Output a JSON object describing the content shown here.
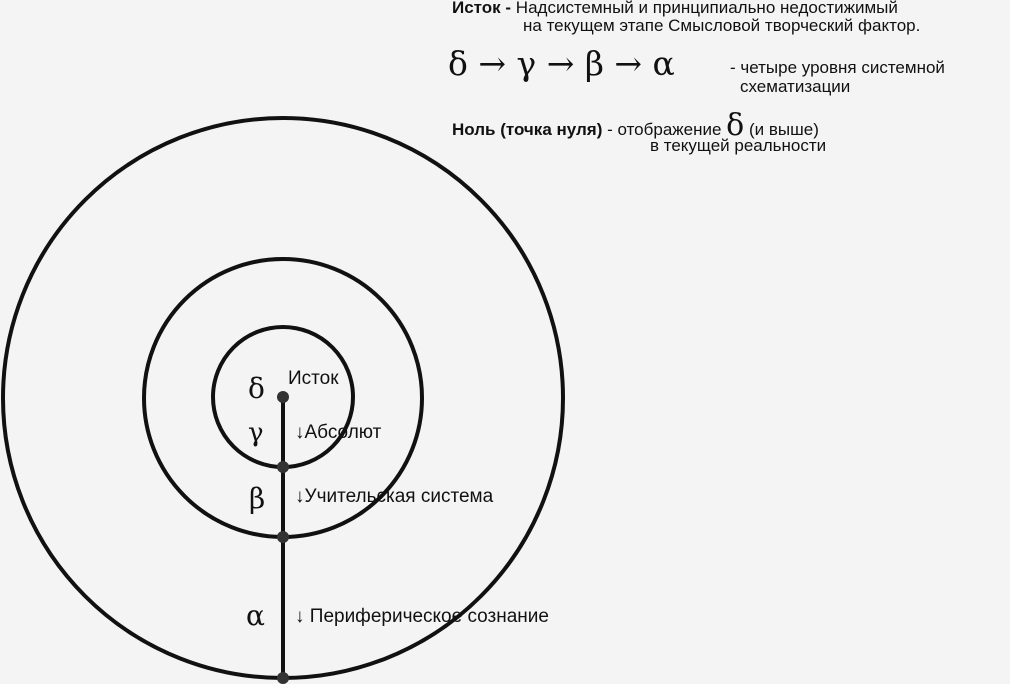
{
  "legend": {
    "source_term": "Исток -",
    "source_line1": "Надсистемный и принципиально недостижимый",
    "source_line2": "на текущем этапе Смысловой творческий фактор.",
    "chain": "δ → γ → β  → α",
    "chain_desc1": "-  четыре уровня системной",
    "chain_desc2": "схематизации",
    "zero_term": "Ноль (точка нуля)",
    "zero_desc_a": "- отображение",
    "zero_symbol": "δ",
    "zero_desc_b": "(и выше)",
    "zero_line2": "в текущей реальности"
  },
  "diagram": {
    "levels": [
      {
        "greek": "δ",
        "label": "Исток"
      },
      {
        "greek": "γ",
        "label": "Абсолют"
      },
      {
        "greek": "β",
        "label": "Учительская система"
      },
      {
        "greek": "α",
        "label": "Периферическое сознание"
      }
    ],
    "arrow": "↓"
  }
}
